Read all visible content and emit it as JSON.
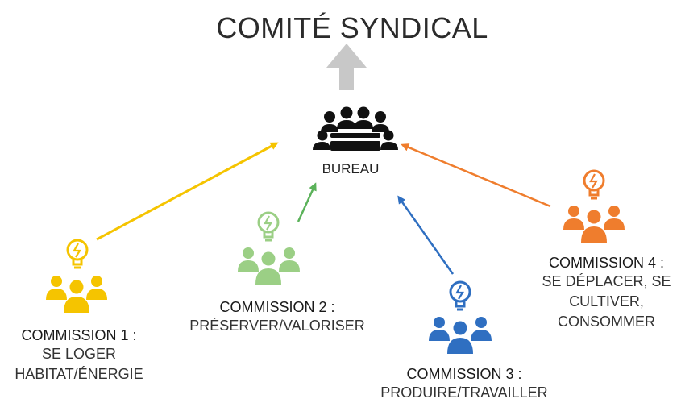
{
  "title": "COMITÉ SYNDICAL",
  "bureau": {
    "label": "BUREAU"
  },
  "commissions": [
    {
      "name": "COMMISSION 1 :",
      "lines": [
        "SE LOGER",
        "HABITAT/ÉNERGIE"
      ],
      "color": "#f5c400"
    },
    {
      "name": "COMMISSION 2 :",
      "lines": [
        "PRÉSERVER/VALORISER"
      ],
      "color": "#9bcf85"
    },
    {
      "name": "COMMISSION 3 :",
      "lines": [
        "PRODUIRE/TRAVAILLER"
      ],
      "color": "#2f6fc1"
    },
    {
      "name": "COMMISSION 4 :",
      "lines": [
        "SE DÉPLACER, SE",
        "CULTIVER,",
        "CONSOMMER"
      ],
      "color": "#ef7d2d"
    }
  ],
  "colors": {
    "bureau": "#111111",
    "up_arrow": "#c8c8c8",
    "bulb_outline_c1": "#f5c400",
    "bulb_outline_c2": "#9bcf85",
    "bulb_outline_c3": "#2f6fc1",
    "bulb_outline_c4": "#ef7d2d"
  },
  "icons": {
    "bureau": "meeting-group-icon",
    "commission": "idea-bulb-icon",
    "people": "people-group-icon"
  }
}
